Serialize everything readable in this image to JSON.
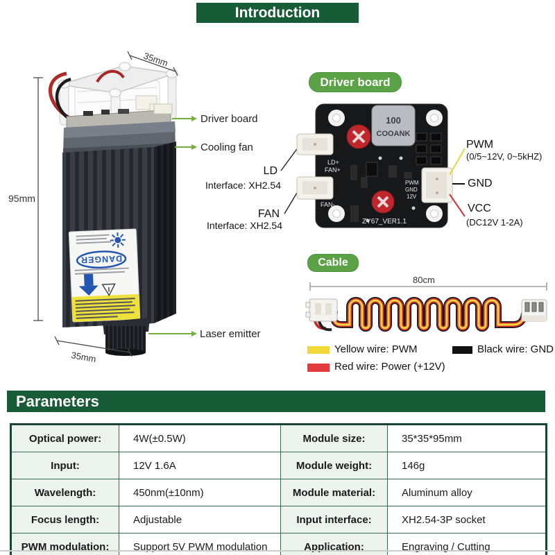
{
  "intro_banner": {
    "title": "Introduction"
  },
  "module": {
    "dim_top": "35mm",
    "dim_left": "95mm",
    "dim_bottom": "35mm",
    "danger": "DANGER",
    "callout_driver_board": "Driver board",
    "callout_cooling_fan": "Cooling fan",
    "callout_laser_emitter": "Laser emitter",
    "ld_label": "LD",
    "ld_interface": "Interface: XH2.54",
    "fan_label": "FAN",
    "fan_interface": "Interface: XH2.54"
  },
  "driver_board": {
    "section_title": "Driver board",
    "silkscreen": {
      "inductor_value": "100",
      "inductor_brand": "COOANK",
      "ld_plus": "LD+",
      "fan_plus": "FAN+",
      "fan_minus": "FAN-",
      "pwm": "PWM",
      "gnd": "GND",
      "v12": "12V",
      "version": "ZY67_VER1.1"
    },
    "pin_pwm_label": "PWM",
    "pin_pwm_detail": "(0/5~12V, 0~5kHZ)",
    "pin_gnd_label": "GND",
    "pin_vcc_label": "VCC",
    "pin_vcc_detail": "(DC12V 1-2A)"
  },
  "cable": {
    "section_title": "Cable",
    "length_label": "80cm",
    "legend": [
      {
        "label": "Yellow wire: PWM",
        "color": "#f2d83b"
      },
      {
        "label": "Black wire: GND",
        "color": "#111111"
      },
      {
        "label": "Red wire: Power (+12V)",
        "color": "#e23b3f"
      }
    ]
  },
  "parameters": {
    "section_title": "Parameters",
    "rows": [
      {
        "label_left": "Optical power:",
        "value_left": "4W(±0.5W)",
        "label_right": "Module size:",
        "value_right": "35*35*95mm"
      },
      {
        "label_left": "Input:",
        "value_left": "12V 1.6A",
        "label_right": "Module weight:",
        "value_right": "146g"
      },
      {
        "label_left": "Wavelength:",
        "value_left": "450nm(±10nm)",
        "label_right": "Module material:",
        "value_right": "Aluminum alloy"
      },
      {
        "label_left": "Focus length:",
        "value_left": "Adjustable",
        "label_right": "Input interface:",
        "value_right": "XH2.54-3P socket"
      },
      {
        "label_left": "PWM modulation:",
        "value_left": "Support 5V PWM modulation",
        "label_right": "Application:",
        "value_right": "Engraving / Cutting"
      }
    ]
  },
  "colors": {
    "banner_green": "#185c37",
    "pill_green": "#5aa245",
    "arrow_green": "#76b043"
  }
}
